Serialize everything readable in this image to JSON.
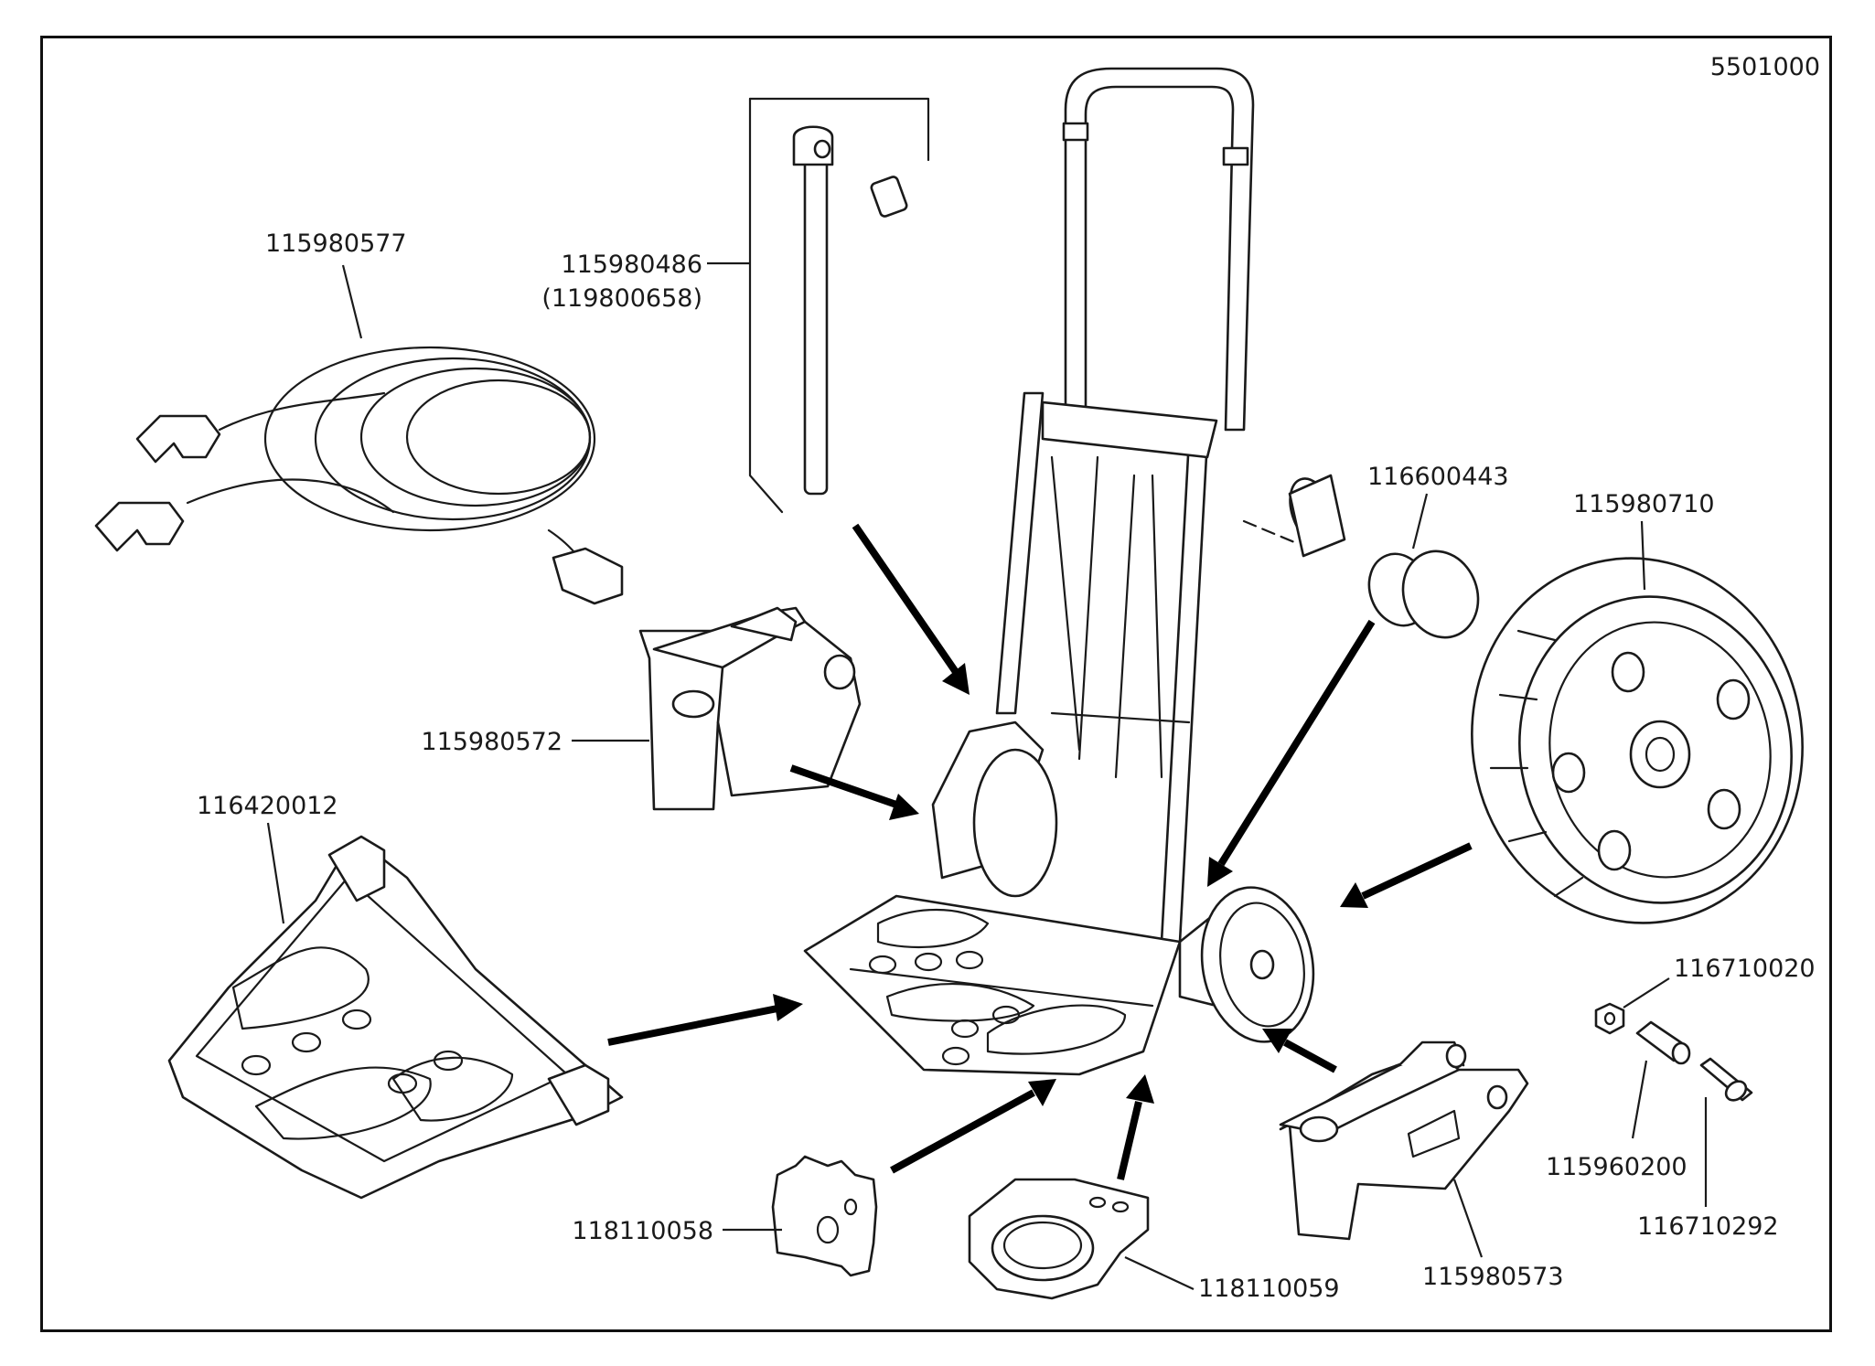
{
  "diagram_id": "5501000",
  "parts": [
    {
      "id": "cord",
      "label": "115980577"
    },
    {
      "id": "rod",
      "label": "115980486",
      "sublabel": "(119800658)"
    },
    {
      "id": "cap",
      "label": "116600443"
    },
    {
      "id": "wheel",
      "label": "115980710"
    },
    {
      "id": "bracket_left",
      "label": "115980572"
    },
    {
      "id": "platform",
      "label": "116420012"
    },
    {
      "id": "nut",
      "label": "116710020"
    },
    {
      "id": "spacer",
      "label": "115960200"
    },
    {
      "id": "bolt",
      "label": "116710292"
    },
    {
      "id": "latch_plate",
      "label": "118110058"
    },
    {
      "id": "gear_ring",
      "label": "118110059"
    },
    {
      "id": "bracket_right",
      "label": "115980573"
    }
  ],
  "colors": {
    "line": "#1a1a1a",
    "arrow": "#000000",
    "background": "#ffffff"
  }
}
